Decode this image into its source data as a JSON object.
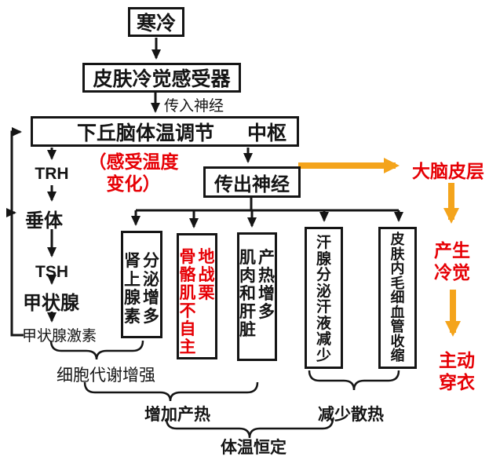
{
  "palette": {
    "red": "#e60005",
    "orange": "#f4a41c",
    "ink": "#151515"
  },
  "nodes": {
    "cold": "寒冷",
    "skin_receptor": "皮肤冷觉感受器",
    "afferent_nerve": "传入神经",
    "center_main": "下丘脑体温调节",
    "center_suffix": "中枢",
    "sense_note": [
      "（感受温度",
      "变化）"
    ],
    "efferent_nerve": "传出神经",
    "cortex": "大脑皮层",
    "cold_sense": [
      "产生",
      "冷觉"
    ],
    "dress": [
      "主动",
      "穿衣"
    ],
    "trh": "TRH",
    "pituitary": "垂体",
    "tsh": "TSH",
    "thyroid": "甲状腺",
    "thyroid_hormone": "甲状腺激素",
    "cell_metabolism": "细胞代谢增强",
    "increase_heat": "增加产热",
    "decrease_heat": "减少散热",
    "temp_stable": "体温恒定"
  },
  "effectors": [
    {
      "id": "adrenaline",
      "columns": [
        "肾上腺素",
        "分泌增多"
      ],
      "color": "#151515"
    },
    {
      "id": "shivering",
      "columns": [
        "骨骼肌不自主",
        "地战栗"
      ],
      "color": "#e60005"
    },
    {
      "id": "muscle-liver",
      "columns": [
        "肌肉和肝脏",
        "产热增多"
      ],
      "color": "#151515"
    },
    {
      "id": "sweat",
      "columns": [
        "汗腺分泌汗液减少"
      ],
      "color": "#151515"
    },
    {
      "id": "capillary",
      "columns": [
        "皮肤内毛细血管收缩"
      ],
      "color": "#151515"
    }
  ]
}
